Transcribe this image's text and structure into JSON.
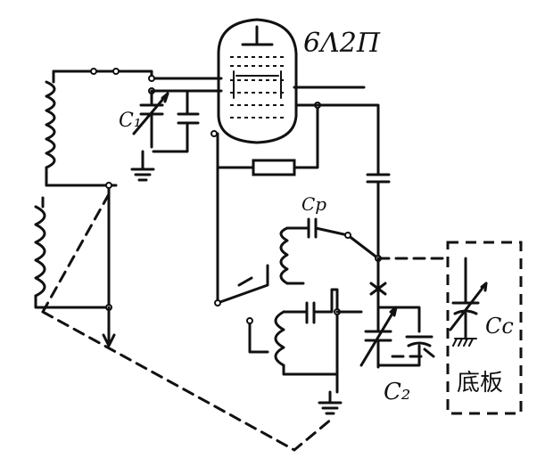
{
  "labels": {
    "tube": "6Λ2Π",
    "c1": "C₁",
    "cp": "Cp",
    "c2": "C₂",
    "cc": "Cc",
    "chassis": "底板"
  }
}
